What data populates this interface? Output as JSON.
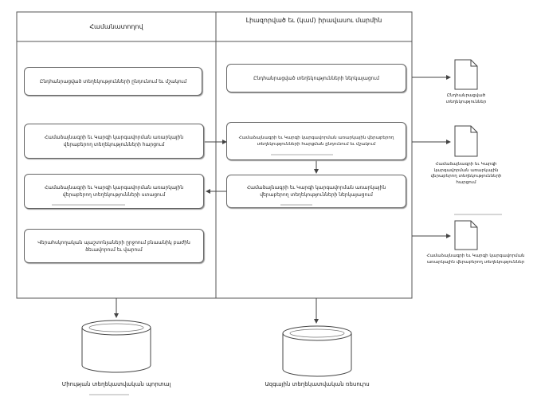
{
  "lanes": {
    "left_title": "Համանատողով",
    "right_title": "Լիազորված եւ (կամ) իրավասու մարմին"
  },
  "left_boxes": [
    "Ընդհանրացված տեղեկությունների ընդունում եւ մշակում",
    "Համաձայնագրի եւ Կարգի կարգավորման առարկային վերաբերող տեղեկությունների հարցում",
    "Համաձայնագրի եւ Կարգի կարգավորման առարկային վերաբերող տեղեկությունների ստացում",
    "Վերահսկողական պաշտոնյաների ըրջոում բնաանիկ բաժին ձեւավորում եւ վարում"
  ],
  "right_boxes": [
    "Ընդհանրացված տեղեկությունների ներկայացում",
    "Համաձայնագրի եւ Կարգի կարգավորման առարկային վերաբերող տեղեկությունների հարցման ընդունում եւ մշակում",
    "Համաձայնագրի եւ Կարգի կարգավորման առարկային վերաբերող տեղեկությունների ներկայացում"
  ],
  "documents": [
    "Ընդհանրացված տեղեկություններ",
    "Համաձայնագրի եւ Կարգի կարգավորման առարկային վերաբերող տեղեկությունների հարցում",
    "Համաձայնագրի եւ Կարգի կարգավորման առարկային վերաբերող տեղեկություններ"
  ],
  "databases": [
    "Միության տեղեկատվական պորտալ",
    "Ազգային տեղեկատվական ռեսուրս"
  ],
  "icons": {
    "document": "document-icon",
    "database": "database-cylinder-icon",
    "arrow": "arrow-icon"
  }
}
